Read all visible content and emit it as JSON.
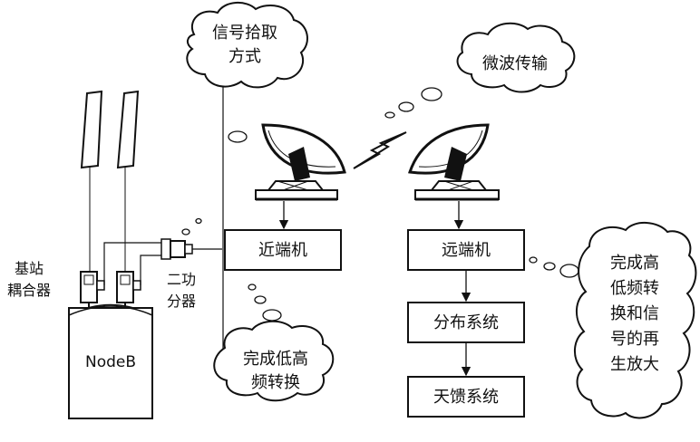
{
  "clouds": {
    "signal_pickup": [
      "信号拾取",
      "方式"
    ],
    "microwave": [
      "微波传输"
    ],
    "low_high_conversion": [
      "完成低高",
      "频转换"
    ],
    "high_low_regen": [
      "完成高",
      "低频转",
      "换和信",
      "号的再",
      "生放大"
    ]
  },
  "boxes": {
    "near_end": "近端机",
    "far_end": "远端机",
    "distribution": "分布系统",
    "antenna_feed": "天馈系统",
    "nodeb": "NodeB"
  },
  "labels": {
    "base_coupler": [
      "基站",
      "耦合器"
    ],
    "splitter": [
      "二功",
      "分器"
    ]
  }
}
